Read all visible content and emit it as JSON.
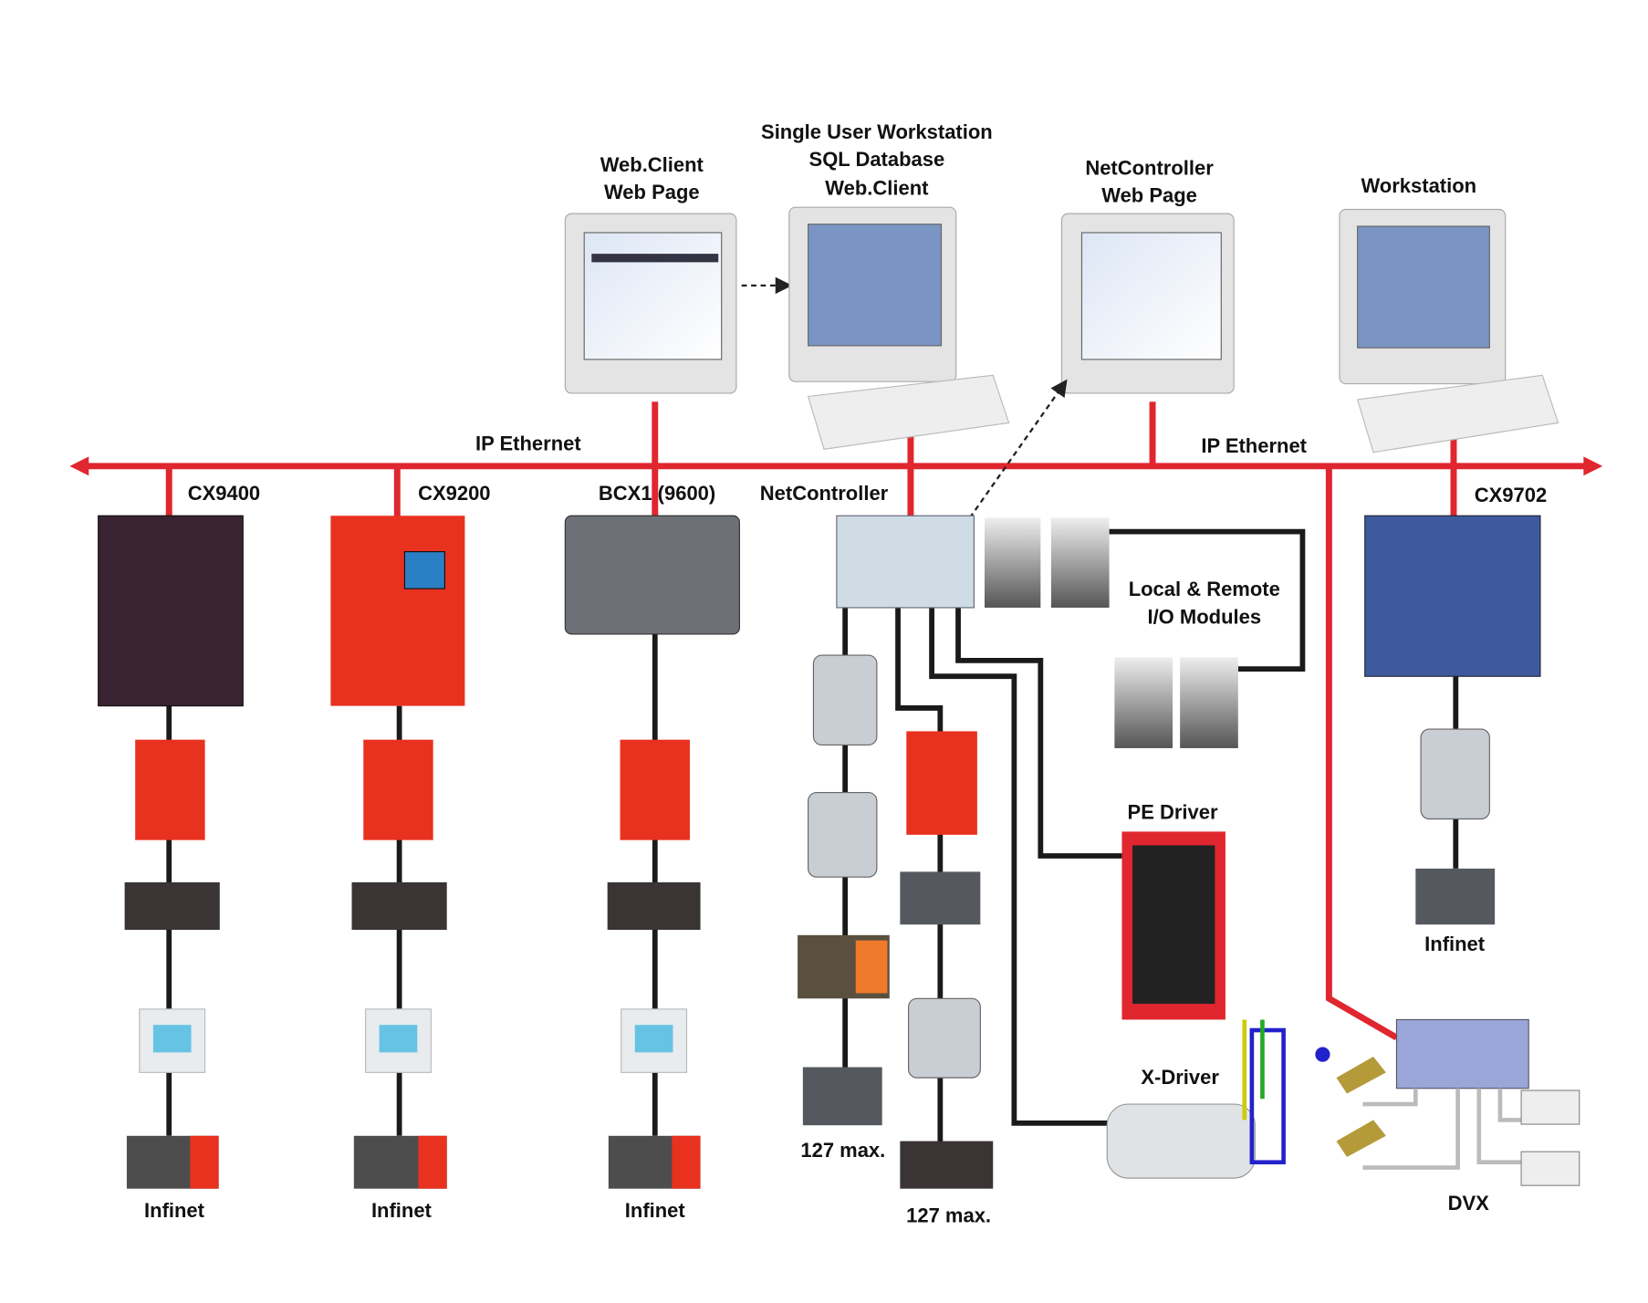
{
  "network": {
    "ethernet_left": "IP Ethernet",
    "ethernet_right": "IP Ethernet"
  },
  "workstations": [
    {
      "lines": [
        "Web.Client",
        "Web Page"
      ]
    },
    {
      "lines": [
        "Single User Workstation",
        "SQL Database",
        "Web.Client"
      ]
    },
    {
      "lines": [
        "NetController",
        "Web Page"
      ]
    },
    {
      "lines": [
        "Workstation"
      ]
    }
  ],
  "controllers": {
    "cx9400": "CX9400",
    "cx9200": "CX9200",
    "bcx1": "BCX1 (9600)",
    "netcontroller": "NetController",
    "cx9702": "CX9702"
  },
  "labels": {
    "io_modules": [
      "Local & Remote",
      "I/O Modules"
    ],
    "pe_driver": "PE Driver",
    "x_driver": "X-Driver",
    "dvx": "DVX",
    "max_left": "127 max.",
    "max_right": "127 max.",
    "infinet": "Infinet"
  },
  "colors": {
    "ethernet": "#e0262f",
    "bus": "#1a1a1a",
    "device_red": "#e8321f"
  }
}
